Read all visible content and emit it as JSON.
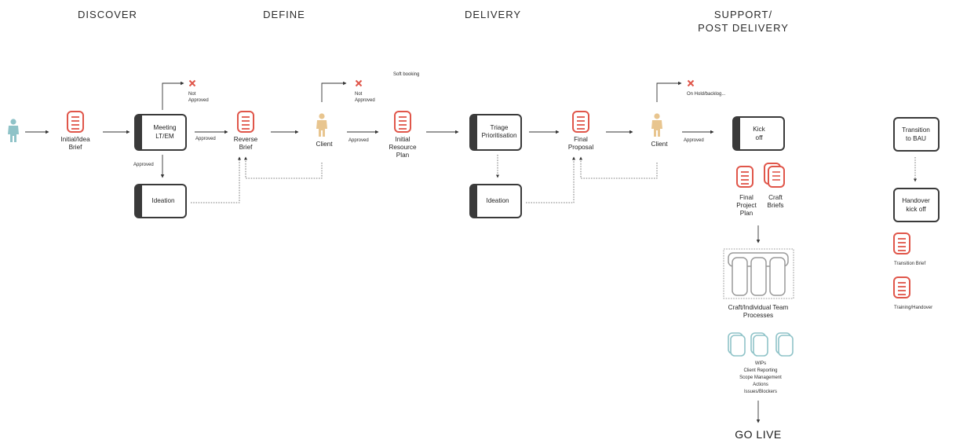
{
  "phases": {
    "discover": "DISCOVER",
    "define": "DEFINE",
    "delivery": "DELIVERY",
    "support_line1": "SUPPORT/",
    "support_line2": "POST DELIVERY"
  },
  "discover": {
    "brief_line1": "Initial/Idea",
    "brief_line2": "Brief",
    "meeting_line1": "Meeting",
    "meeting_line2": "LT/EM",
    "not_approved_line1": "Not",
    "not_approved_line2": "Approved",
    "approved_down": "Approved",
    "approved_right": "Approved",
    "ideation": "Ideation"
  },
  "define": {
    "reverse_line1": "Reverse",
    "reverse_line2": "Brief",
    "client": "Client",
    "not_approved_line1": "Not",
    "not_approved_line2": "Approved",
    "approved": "Approved",
    "soft_booking": "Soft booking",
    "resource_line1": "Initial",
    "resource_line2": "Resource",
    "resource_line3": "Plan"
  },
  "delivery": {
    "triage_line1": "Triage",
    "triage_line2": "Prioritisation",
    "ideation": "Ideation",
    "final_line1": "Final",
    "final_line2": "Proposal",
    "client": "Client",
    "on_hold": "On Hold/backlog...",
    "approved": "Approved"
  },
  "support": {
    "kickoff_line1": "Kick",
    "kickoff_line2": "off",
    "plan_line1": "Final",
    "plan_line2": "Project",
    "plan_line3": "Plan",
    "craft_line1": "Craft",
    "craft_line2": "Briefs",
    "team_line1": "Craft/Individual Team",
    "team_line2": "Processes",
    "wip_items": [
      "WIPs",
      "Client Reporting",
      "Scope Management",
      "Actions",
      "Issues/Blockers"
    ],
    "go_live": "GO LIVE"
  },
  "transition": {
    "bau_line1": "Transition",
    "bau_line2": "to BAU",
    "handover_line1": "Handover",
    "handover_line2": "kick off",
    "transition_brief": "Transition Brief",
    "training": "Training/Handover"
  },
  "colors": {
    "doc_red": "#e0564a",
    "person_teal": "#8fc3c8",
    "person_tan": "#e8c58f",
    "wip_teal": "#8fc3c8",
    "box_stroke": "#3a3a3a",
    "team_grey": "#9a9a9a"
  },
  "icons": {
    "doc": "document-icon",
    "person": "person-icon",
    "reject": "x-icon",
    "stack": "stacked-documents-icon"
  }
}
